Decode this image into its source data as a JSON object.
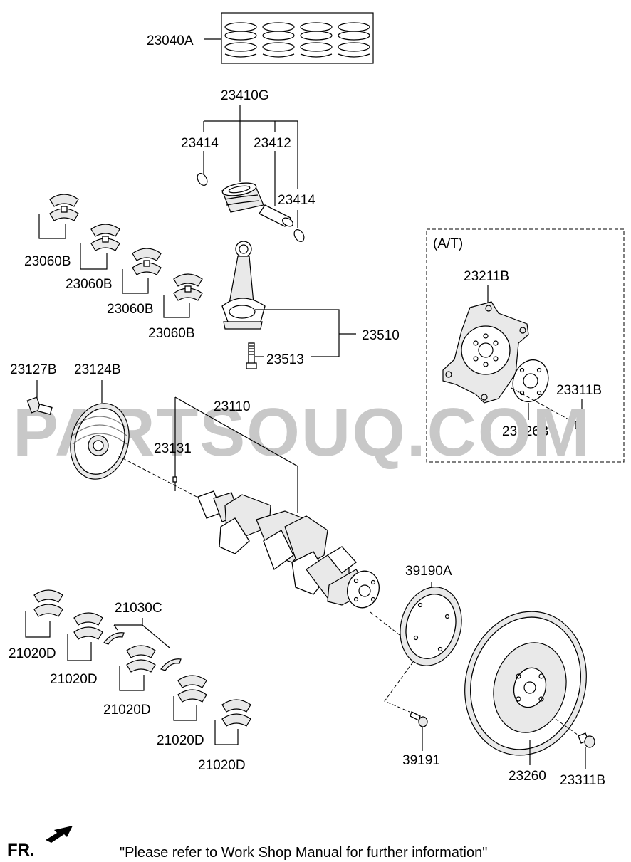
{
  "watermark": "PARTSOUQ.COM",
  "group_box_label": "(A/T)",
  "labels": {
    "piston_ring_set": "23040A",
    "piston_assy": "23410G",
    "snap_ring_left": "23414",
    "piston_pin": "23412",
    "snap_ring_right": "23414",
    "conrod_bearing_1": "23060B",
    "conrod_bearing_2": "23060B",
    "conrod_bearing_3": "23060B",
    "conrod_bearing_4": "23060B",
    "connecting_rod": "23510",
    "conrod_bolt": "23513",
    "pulley_bolt": "23127B",
    "damper_pulley": "23124B",
    "crankshaft": "23110",
    "key": "23131",
    "drive_plate": "23211B",
    "drive_plate_bolt": "23311B",
    "adapter_plate": "23226B",
    "sensor_wheel": "39190A",
    "thrust_bearing": "21030C",
    "main_bearing_1": "21020D",
    "main_bearing_2": "21020D",
    "main_bearing_3": "21020D",
    "main_bearing_4": "21020D",
    "main_bearing_5": "21020D",
    "sensor_wheel_bolt": "39191",
    "flywheel": "23260",
    "flywheel_bolt": "23311B"
  },
  "footer": {
    "direction": "FR.",
    "note": "\"Please refer to Work Shop Manual for further information\""
  }
}
